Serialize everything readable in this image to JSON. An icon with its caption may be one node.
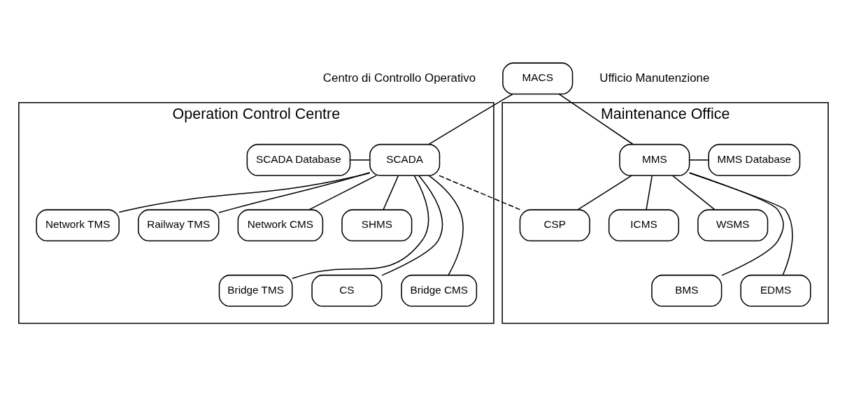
{
  "diagram": {
    "nodes": [
      {
        "text": [
          "MACS"
        ]
      },
      {
        "text": [
          "Operation Control Centre"
        ]
      },
      {
        "text": [
          "Maintenance Office"
        ]
      },
      {
        "text": [
          "SCADA Database"
        ],
        "in": 1
      },
      {
        "text": [
          "SCADA"
        ],
        "in": 1
      },
      {
        "text": [
          "MMS"
        ],
        "in": 2
      },
      {
        "text": [
          "MMS Database"
        ],
        "in": 2
      },
      {
        "text": [
          "Network TMS"
        ],
        "in": 1
      },
      {
        "text": [
          "Railway TMS"
        ],
        "in": 1
      },
      {
        "text": [
          "Network CMS"
        ],
        "in": 1
      },
      {
        "text": [
          "SHMS"
        ],
        "in": 1
      },
      {
        "text": [
          "CSP"
        ],
        "in": 2
      },
      {
        "text": [
          "ICMS"
        ],
        "in": 2
      },
      {
        "text": [
          "WSMS"
        ],
        "in": 2
      },
      {
        "text": [
          "Bridge TMS"
        ],
        "in": 1
      },
      {
        "text": [
          "CS"
        ],
        "in": 1
      },
      {
        "text": [
          "Bridge CMS"
        ],
        "in": 1
      },
      {
        "text": [
          "BMS"
        ],
        "in": 2
      },
      {
        "text": [
          "EDMS"
        ],
        "in": 2
      }
    ],
    "edges": [
      {
        "from": 0,
        "to": 4,
        "arrow": "none"
      },
      {
        "from": 0,
        "to": 5,
        "arrow": "none"
      },
      {
        "from": 3,
        "to": 4,
        "arrow": "none"
      },
      {
        "from": 5,
        "to": 6,
        "arrow": "none"
      },
      {
        "from": 4,
        "to": 7,
        "arrow": "none"
      },
      {
        "from": 4,
        "to": 14,
        "arrow": "none"
      },
      {
        "from": 4,
        "to": 8,
        "arrow": "none"
      },
      {
        "from": 4,
        "to": 15,
        "arrow": "none"
      },
      {
        "from": 4,
        "to": 9,
        "arrow": "none"
      },
      {
        "from": 4,
        "to": 16,
        "arrow": "none"
      },
      {
        "from": 4,
        "to": 10,
        "arrow": "none"
      },
      {
        "from": 4,
        "to": 11,
        "arrow": "none",
        "style": "dashed"
      },
      {
        "from": 5,
        "to": 11,
        "arrow": "none"
      },
      {
        "from": 5,
        "to": 17,
        "arrow": "none"
      },
      {
        "from": 5,
        "to": 12,
        "arrow": "none"
      },
      {
        "from": 5,
        "to": 18,
        "arrow": "none"
      },
      {
        "from": 5,
        "to": 13,
        "arrow": "none"
      }
    ],
    "labels": [
      "Centro di Controllo Operativo",
      "Ufficio Manutenzione"
    ]
  }
}
